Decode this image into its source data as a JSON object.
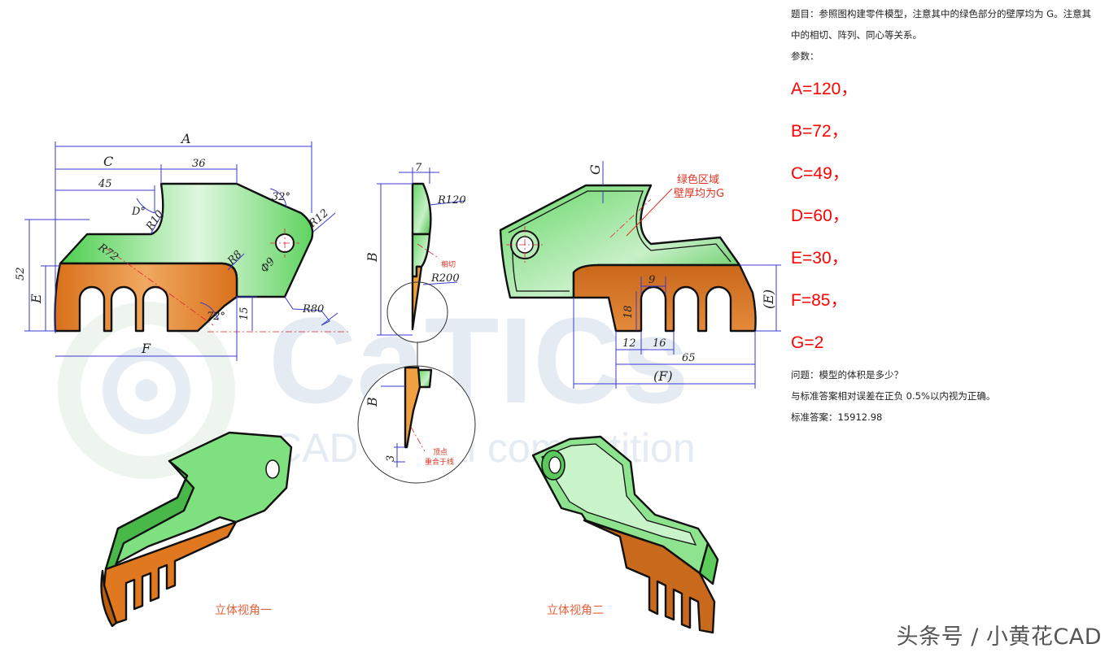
{
  "problem": {
    "title_line1": "题目：参照图构建零件模型，注意其中的绿色部分的壁厚均为 G。注意其",
    "title_line2": "中的相切、阵列、同心等关系。",
    "params_label": "参数：",
    "params": [
      "A=120，",
      "B=72，",
      "C=49，",
      "D=60，",
      "E=30，",
      "F=85，",
      "G=2"
    ],
    "question": "问题：模型的体积是多少？",
    "tolerance": "与标准答案相对误差在正负 0.5%以内视为正确。",
    "answer": "标准答案：15912.98"
  },
  "drawing": {
    "front_view": {
      "dims": [
        "A",
        "C",
        "36",
        "45",
        "D°",
        "R10",
        "32°",
        "R12",
        "R72",
        "R8",
        "Ф9",
        "52",
        "E",
        "72°",
        "15",
        "R80",
        "F"
      ]
    },
    "side_view": {
      "dims": [
        "7",
        "R120",
        "B",
        "相切",
        "R200",
        "3"
      ],
      "detail_note_1": "顶点",
      "detail_note_2": "重合于线"
    },
    "back_view": {
      "dims": [
        "G",
        "9",
        "18",
        "12",
        "16",
        "65",
        "(E)",
        "(F)"
      ],
      "note_line1": "绿色区域",
      "note_line2": "壁厚均为G"
    },
    "iso_caption_1": "立体视角一",
    "iso_caption_2": "立体视角二",
    "watermark_brand": "CaTICs",
    "watermark_sub": "CAD digital competition"
  },
  "source_watermark": "头条号 / 小黄花CAD",
  "colors": {
    "green": "#5fd35f",
    "orange": "#e07820",
    "dimension": "#3a3ad0",
    "param_red": "#ff0000"
  }
}
